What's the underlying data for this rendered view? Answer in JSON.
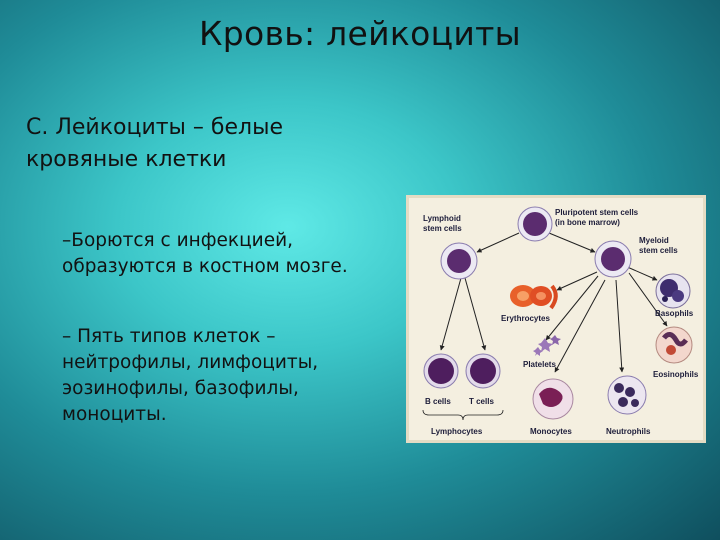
{
  "slide": {
    "title": "Кровь: лейкоциты",
    "main_line1": "С. Лейкоциты – белые",
    "main_line2": "кровяные клетки",
    "bullet1_line1": "–Борются с инфекцией,",
    "bullet1_line2": "образуются в костном мозге.",
    "bullet2_line1": "– Пять типов клеток –",
    "bullet2_line2": "нейтрофилы, лимфоциты,",
    "bullet2_line3": "эозинофилы, базофилы,",
    "bullet2_line4": "моноциты."
  },
  "figure": {
    "lymphoid_l1": "Lymphoid",
    "lymphoid_l2": "stem cells",
    "pluripotent_l1": "Pluripotent stem cells",
    "pluripotent_l2": "(in bone marrow)",
    "myeloid_l1": "Myeloid",
    "myeloid_l2": "stem cells",
    "erythrocytes": "Erythrocytes",
    "basophils": "Basophils",
    "platelets": "Platelets",
    "eosinophils": "Eosinophils",
    "b_cells": "B cells",
    "t_cells": "T cells",
    "lymphocytes": "Lymphocytes",
    "monocytes": "Monocytes",
    "neutrophils": "Neutrophils"
  }
}
